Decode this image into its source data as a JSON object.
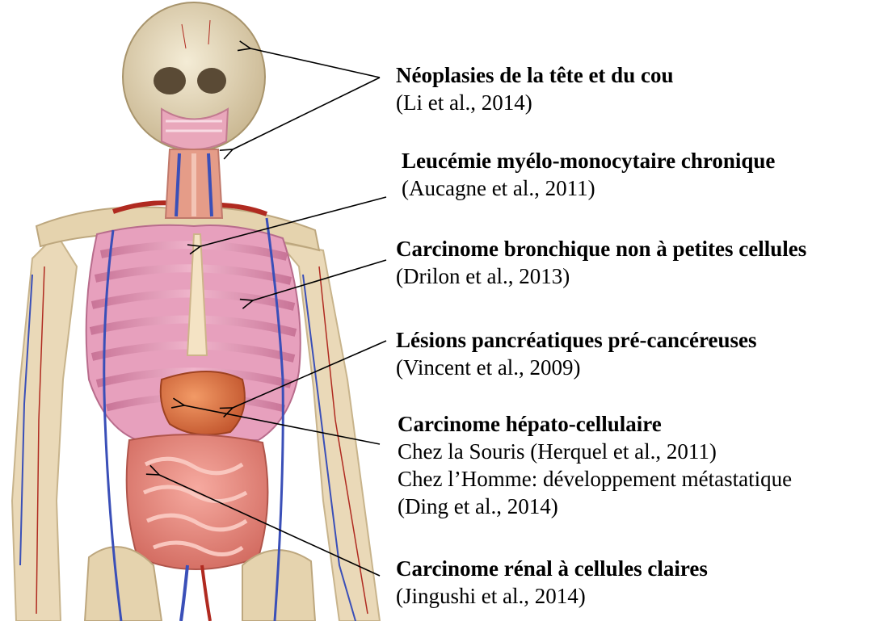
{
  "annotations": [
    {
      "title": "Néoplasies de la tête et du cou",
      "lines": [
        "(Li et al., 2014)"
      ]
    },
    {
      "title": "Leucémie myélo-monocytaire chronique",
      "lines": [
        "(Aucagne et al., 2011)"
      ]
    },
    {
      "title": "Carcinome bronchique non à petites cellules",
      "lines": [
        "(Drilon et al., 2013)"
      ]
    },
    {
      "title": "Lésions pancréatiques pré-cancéreuses",
      "lines": [
        "(Vincent et al., 2009)"
      ]
    },
    {
      "title": "Carcinome hépato-cellulaire",
      "lines": [
        "Chez la Souris (Herquel et al., 2011)",
        "Chez l’Homme: développement métastatique",
        "(Ding et al., 2014)"
      ]
    },
    {
      "title": "Carcinome rénal à cellules claires",
      "lines": [
        "(Jingushi et al., 2014)"
      ]
    }
  ],
  "colors": {
    "bone": "#e8dcc0",
    "lung": "#e79bb8",
    "liver": "#e07a4c",
    "intestine": "#e98a7e",
    "vein": "#3a4fb8",
    "artery": "#b02a20",
    "text": "#000000"
  }
}
